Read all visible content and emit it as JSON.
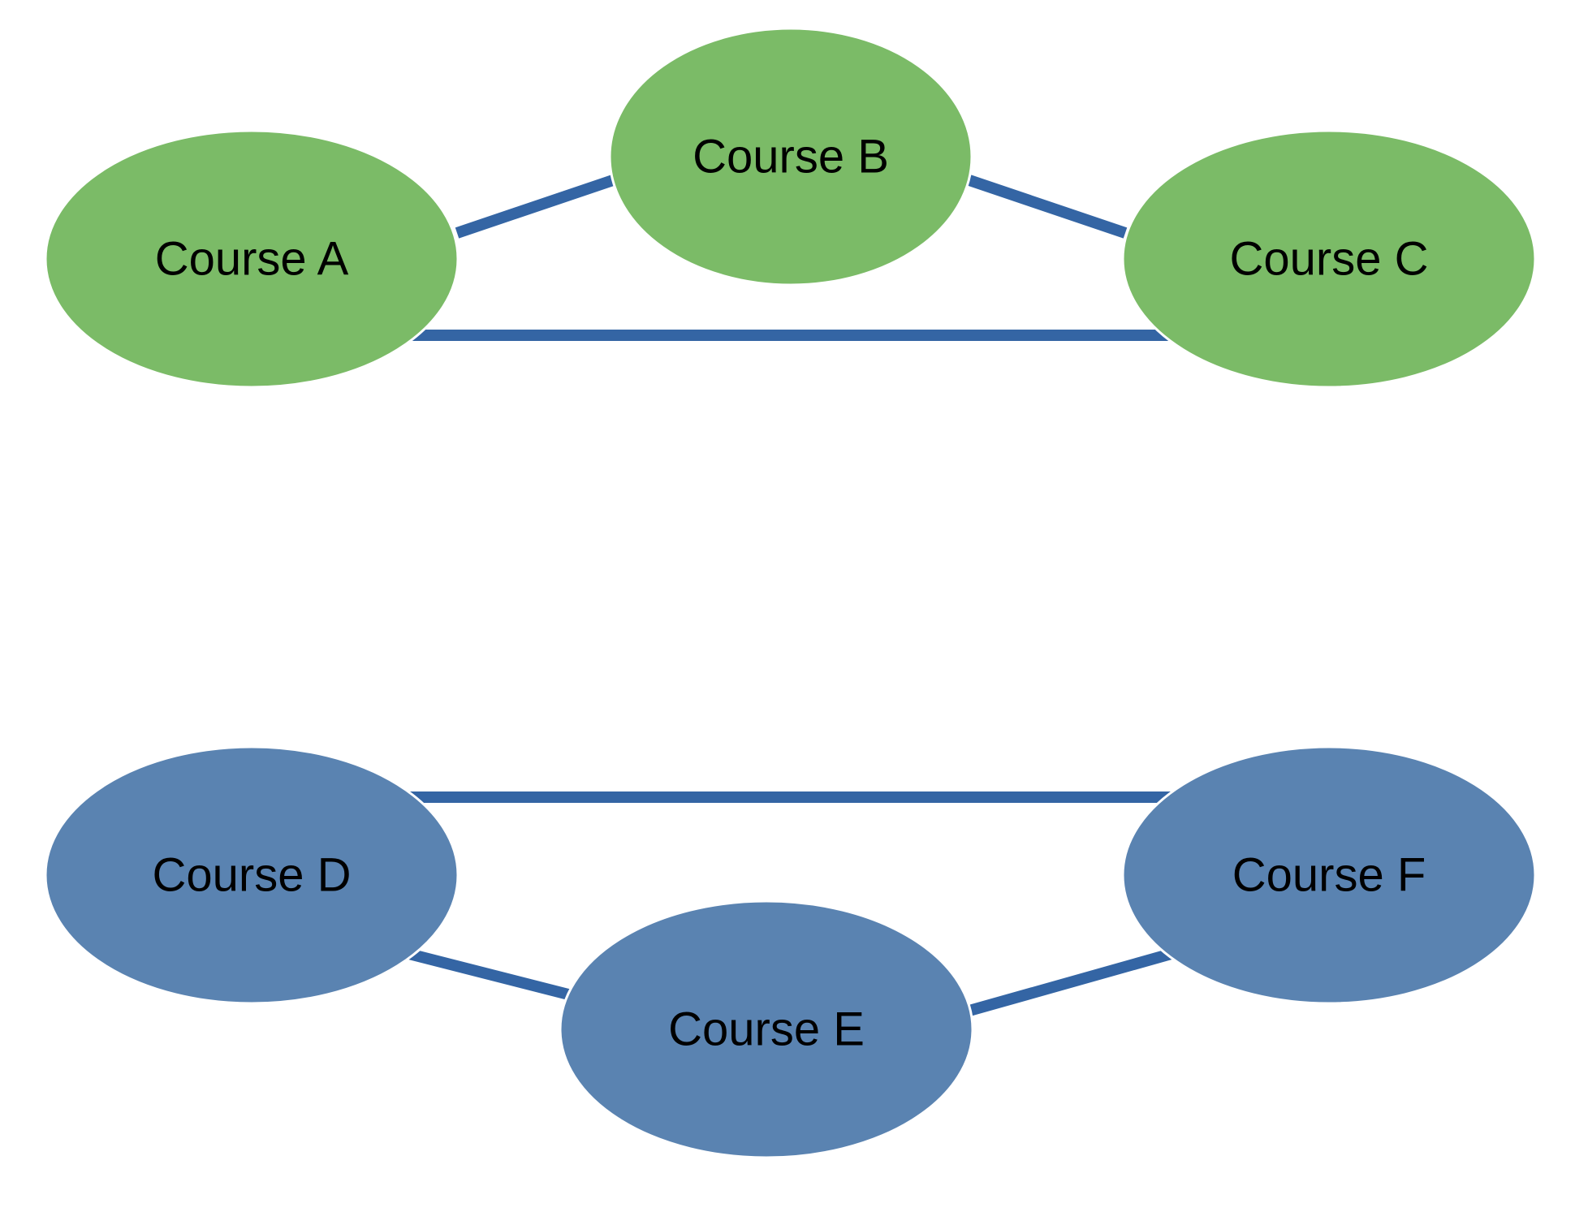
{
  "colors": {
    "edge": "#3465a4",
    "group_top": "#7bbb67",
    "group_bottom": "#5a83b1"
  },
  "nodes": [
    {
      "id": "a",
      "label": "Course A",
      "group": "top"
    },
    {
      "id": "b",
      "label": "Course B",
      "group": "top"
    },
    {
      "id": "c",
      "label": "Course C",
      "group": "top"
    },
    {
      "id": "d",
      "label": "Course D",
      "group": "bottom"
    },
    {
      "id": "e",
      "label": "Course E",
      "group": "bottom"
    },
    {
      "id": "f",
      "label": "Course F",
      "group": "bottom"
    }
  ],
  "edges": [
    {
      "from": "a",
      "to": "b"
    },
    {
      "from": "b",
      "to": "c"
    },
    {
      "from": "a",
      "to": "c"
    },
    {
      "from": "d",
      "to": "f"
    },
    {
      "from": "d",
      "to": "e"
    },
    {
      "from": "e",
      "to": "f"
    }
  ]
}
